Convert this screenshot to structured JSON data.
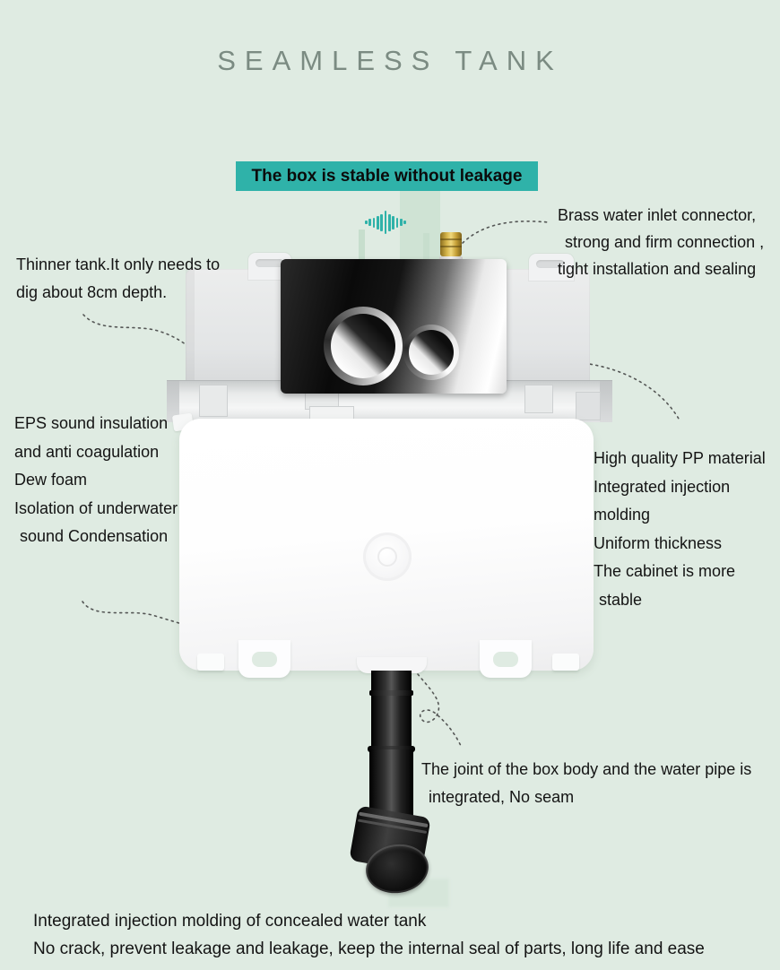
{
  "header": {
    "title": "SEAMLESS TANK",
    "banner": "The box is stable without leakage"
  },
  "annotations": {
    "inlet": {
      "lines": [
        "Brass water inlet connector,",
        "strong and firm connection ,",
        "tight installation and sealing"
      ]
    },
    "thinner": {
      "lines": [
        "Thinner tank.It only needs to",
        "dig about 8cm depth."
      ]
    },
    "eps": {
      "lines": [
        "EPS sound insulation",
        "and anti coagulation",
        "Dew foam",
        "Isolation of underwater",
        "sound Condensation"
      ]
    },
    "pp": {
      "lines": [
        "High quality PP material",
        "Integrated injection",
        "molding",
        "Uniform thickness",
        "The cabinet is more",
        "stable"
      ]
    },
    "joint": {
      "lines": [
        "The joint of the box body and the water pipe is",
        "integrated, No seam"
      ]
    },
    "footer": {
      "lines": [
        "Integrated injection molding of concealed water tank",
        "No crack, prevent leakage and leakage, keep the internal seal of parts, long life and ease"
      ]
    }
  },
  "icons": {
    "sound_wave": "sound-wave-icon"
  },
  "colors": {
    "background": "#dfebe2",
    "banner": "#2fb2a9",
    "accent_teal": "#2fb2a9",
    "title": "#7b8b82",
    "text": "#161616",
    "brass": "#c9a53f"
  }
}
